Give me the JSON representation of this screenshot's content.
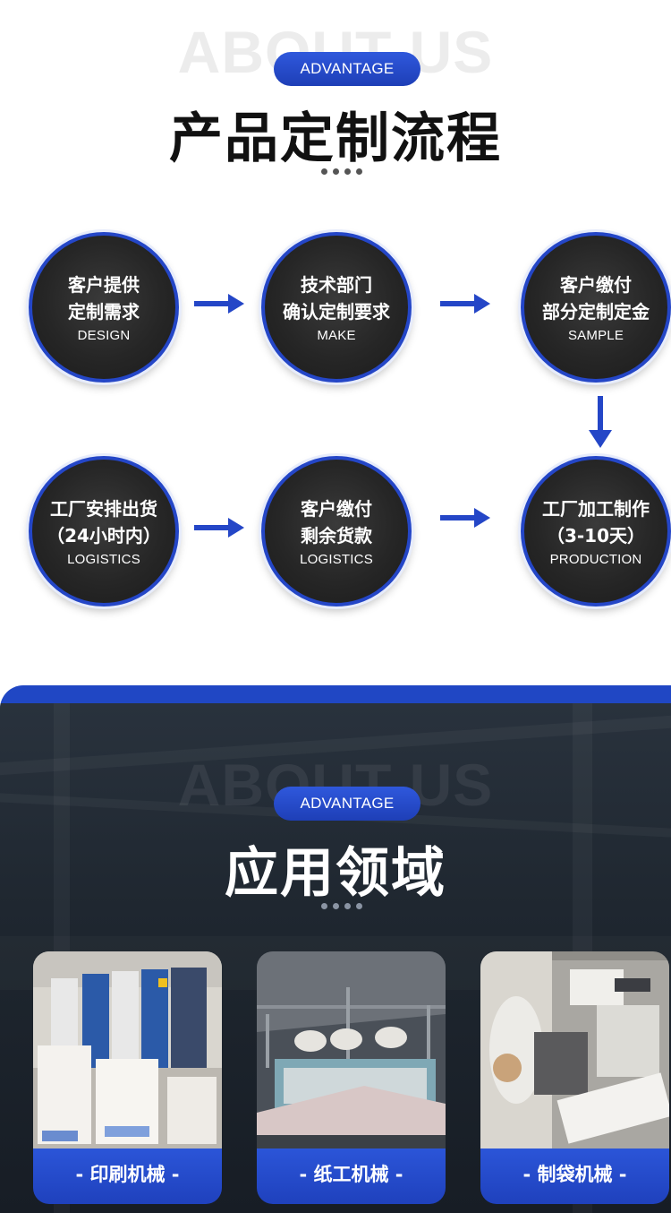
{
  "section1": {
    "ghost_text": "ABOUT US",
    "badge": "ADVANTAGE",
    "title": "产品定制流程",
    "steps": [
      {
        "line1": "客户提供",
        "line2": "定制需求",
        "en": "DESIGN"
      },
      {
        "line1": "技术部门",
        "line2": "确认定制要求",
        "en": "MAKE"
      },
      {
        "line1": "客户缴付",
        "line2": "部分定制定金",
        "en": "SAMPLE"
      },
      {
        "line1": "工厂安排出货",
        "line2": "（24小时内）",
        "en": "LOGISTICS"
      },
      {
        "line1": "客户缴付",
        "line2": "剩余货款",
        "en": "LOGISTICS"
      },
      {
        "line1": "工厂加工制作",
        "line2": "（3-10天）",
        "en": "PRODUCTION"
      }
    ]
  },
  "section2": {
    "ghost_text": "ABOUT US",
    "badge": "ADVANTAGE",
    "title": "应用领域",
    "cards": [
      {
        "label": "- 印刷机械 -",
        "image": "printing-press-photo"
      },
      {
        "label": "- 纸工机械 -",
        "image": "paper-machinery-photo"
      },
      {
        "label": "- 制袋机械 -",
        "image": "bag-making-machine-photo"
      }
    ]
  },
  "colors": {
    "accent_blue": "#2446c7",
    "circle_fill": "#262626",
    "dark_bg": "#1f2730"
  }
}
